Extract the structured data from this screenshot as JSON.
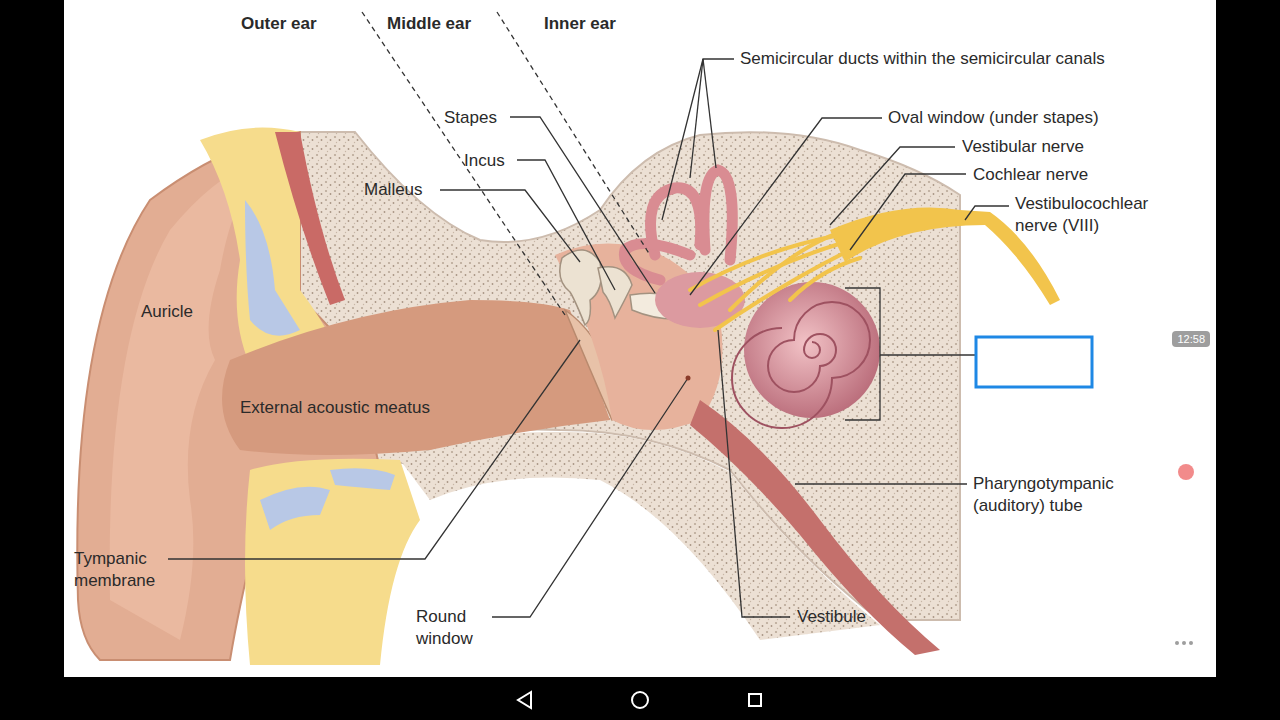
{
  "diagram": {
    "labels": [
      "Outer ear",
      "Middle ear",
      "Inner ear",
      "Semicircular ducts within the semicircular canals",
      "Stapes",
      "Incus",
      "Malleus",
      "Oval window (under stapes)",
      "Vestibular nerve",
      "Cochlear nerve",
      "Vestibulocochlear nerve (VIII)",
      "Auricle",
      "External acoustic meatus",
      "Tympanic membrane",
      "Round window",
      "Vestibule",
      "Pharyngotympanic (auditory) tube",
      "12:58"
    ]
  }
}
